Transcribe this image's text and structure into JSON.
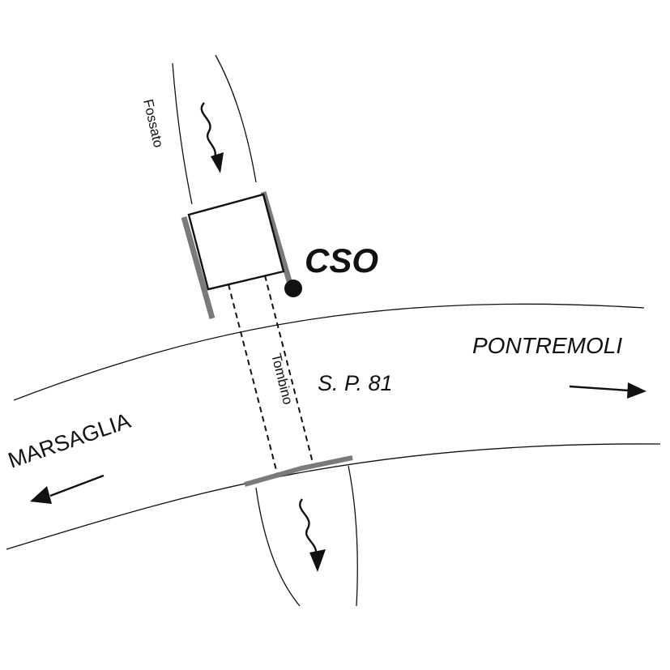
{
  "labels": {
    "fossato": "Fossato",
    "cso": "CSO",
    "tombino": "Tombino",
    "road": "S. P. 81",
    "pontremoli": "PONTREMOLI",
    "marsaglia": "MARSAGLIA"
  },
  "colors": {
    "line": "#111111",
    "bank": "#7a7a7a",
    "background": "#ffffff"
  },
  "icons": {
    "flow_arrow": "wavy-down-arrow",
    "direction_arrow": "straight-arrow",
    "outfall_marker": "filled-circle"
  }
}
